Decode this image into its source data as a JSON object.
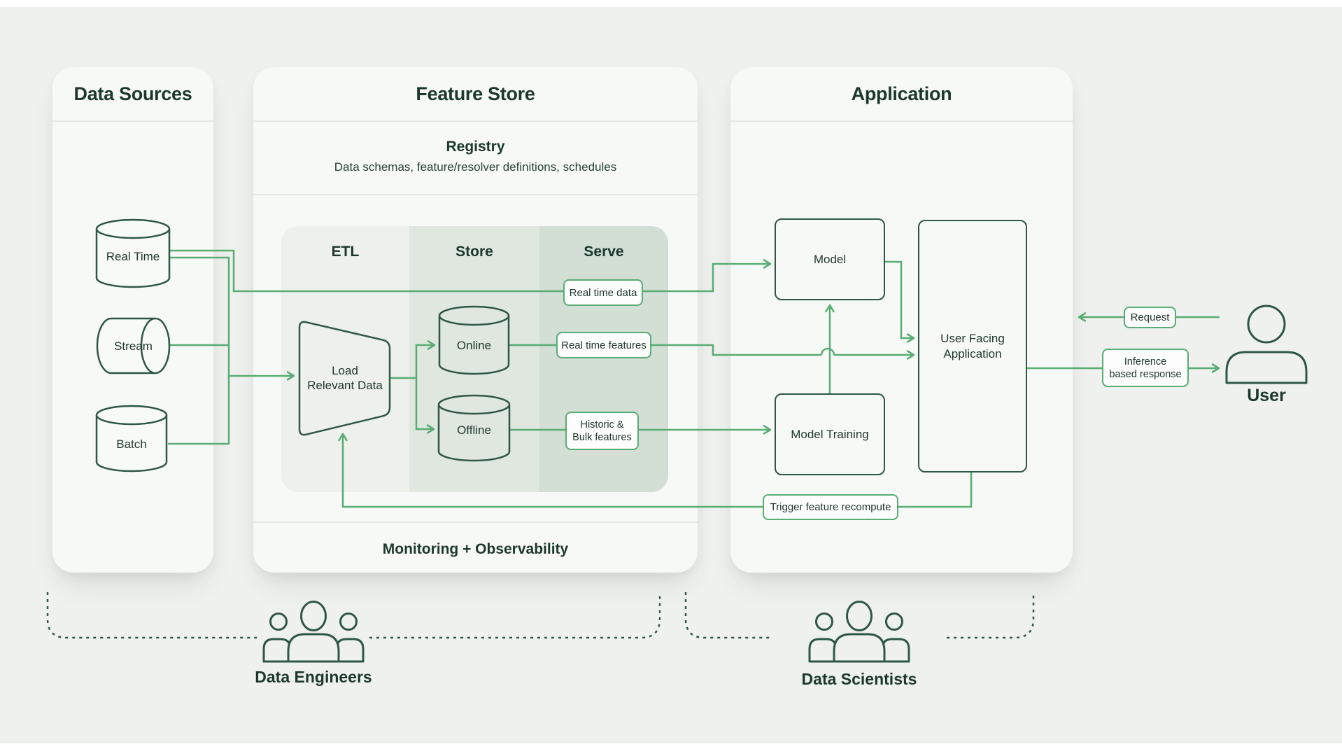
{
  "colors": {
    "accent_green": "#58ac74",
    "outline_green": "#2e5747",
    "text_dark": "#1c382c",
    "panel_bg": "#f7f9f6",
    "page_bg": "#eff1ee",
    "etl_bg": "#edf0eb",
    "store_bg": "#dfe7df",
    "serve_bg": "#d3ded5"
  },
  "panels": {
    "data_sources": {
      "title": "Data Sources"
    },
    "feature_store": {
      "title": "Feature Store",
      "registry": {
        "title": "Registry",
        "subtitle": "Data schemas, feature/resolver definitions, schedules"
      },
      "columns": {
        "etl": "ETL",
        "store": "Store",
        "serve": "Serve"
      },
      "monitoring": "Monitoring + Observability"
    },
    "application": {
      "title": "Application"
    }
  },
  "nodes": {
    "real_time": "Real Time",
    "stream": "Stream",
    "batch": "Batch",
    "load_relevant": {
      "line1": "Load",
      "line2": "Relevant Data"
    },
    "online": "Online",
    "offline": "Offline",
    "model": "Model",
    "model_training": "Model Training",
    "user_facing": {
      "line1": "User Facing",
      "line2": "Application"
    }
  },
  "labels": {
    "real_time_data": "Real time data",
    "real_time_features": "Real time features",
    "historic": {
      "line1": "Historic &",
      "line2": "Bulk features"
    },
    "trigger": "Trigger feature recompute",
    "request": "Request",
    "inference": {
      "line1": "Inference",
      "line2": "based response"
    }
  },
  "actors": {
    "user": "User",
    "data_engineers": "Data Engineers",
    "data_scientists": "Data Scientists"
  },
  "icons": {
    "database": "database-cylinder-icon",
    "stream": "horizontal-cylinder-icon",
    "funnel": "funnel-icon",
    "people_group": "people-group-icon",
    "person": "person-icon"
  }
}
